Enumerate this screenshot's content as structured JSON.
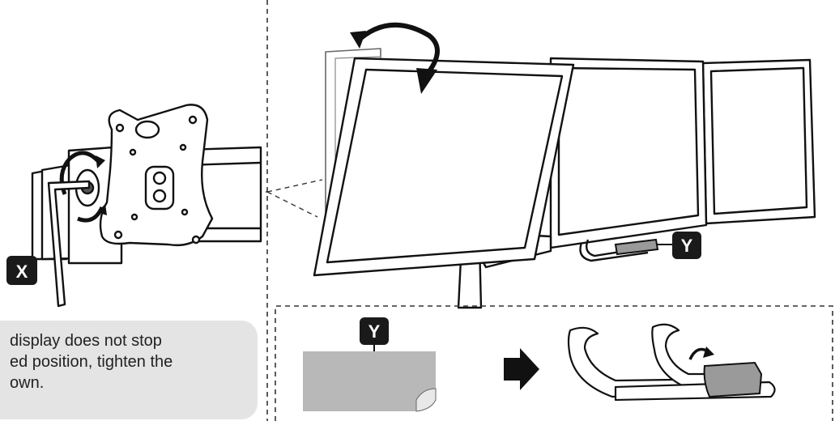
{
  "labels": {
    "x_badge": "X",
    "y_badge_monitor": "Y",
    "y_badge_sticker": "Y"
  },
  "note": {
    "lines": [
      "display does not stop",
      "ed position, tighten the",
      "own."
    ]
  },
  "colors": {
    "line": "#111111",
    "badge": "#1a1a1a",
    "note_bg": "#e4e4e4",
    "sticker": "#b8b8b8",
    "clip": "#9a9a9a"
  },
  "icons": {
    "rotate_arrow": "curved-double-arrow-icon",
    "next_step": "right-arrow-icon"
  }
}
